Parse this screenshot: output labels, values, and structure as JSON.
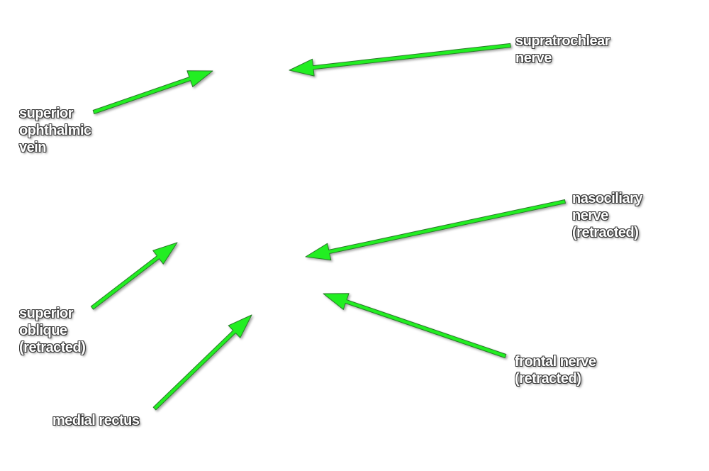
{
  "colors": {
    "arrow": "#22ee22",
    "arrow_outline": "#2a7a2a",
    "label_text": "#ffffff",
    "label_outline": "#3a3a3a",
    "background": "#ffffff"
  },
  "labels": {
    "supratrochlear": [
      "supratrochlear",
      "nerve"
    ],
    "superior_ophthalmic_vein": [
      "superior",
      "ophthalmic",
      "vein"
    ],
    "nasociliary": [
      "nasociliary",
      "nerve",
      "(retracted)"
    ],
    "superior_oblique": [
      "superior",
      "oblique",
      "(retracted)"
    ],
    "frontal": [
      "frontal nerve",
      "(retracted)"
    ],
    "medial_rectus": [
      "medial rectus"
    ]
  }
}
